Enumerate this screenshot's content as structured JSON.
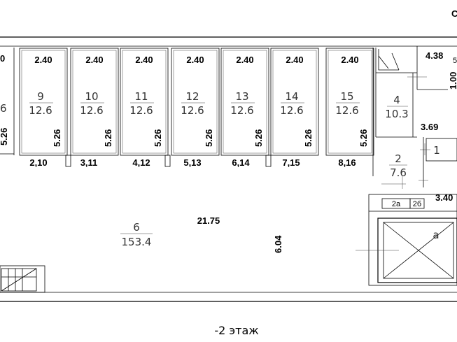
{
  "caption": "-2 этаж",
  "corner_label": "С",
  "partial_labels": {
    "top_left_width": "0",
    "left_fraction": "6",
    "left_depth": "5.26",
    "right_top": "5",
    "right_vertical": "1.00"
  },
  "storage_rooms": [
    {
      "width": "2.40",
      "number": "9",
      "area": "12.6",
      "depth": "5.26"
    },
    {
      "width": "2.40",
      "number": "10",
      "area": "12.6",
      "depth": "5.26"
    },
    {
      "width": "2.40",
      "number": "11",
      "area": "12.6",
      "depth": "5.26"
    },
    {
      "width": "2.40",
      "number": "12",
      "area": "12.6",
      "depth": "5.26"
    },
    {
      "width": "2.40",
      "number": "13",
      "area": "12.6",
      "depth": "5.26"
    },
    {
      "width": "2.40",
      "number": "14",
      "area": "12.6",
      "depth": "5.26"
    },
    {
      "width": "2.40",
      "number": "15",
      "area": "12.6",
      "depth": "5.26"
    }
  ],
  "bottom_labels": [
    "2,10",
    "3,11",
    "4,12",
    "5,13",
    "6,14",
    "7,15",
    "8,16"
  ],
  "room_4": {
    "number": "4",
    "area": "10.3",
    "width": "4.38",
    "depth": "3.69"
  },
  "room_1": {
    "number": "1"
  },
  "room_2": {
    "number": "2",
    "area": "7.6"
  },
  "room_2a": {
    "number": "2а"
  },
  "room_2b": {
    "number": "2б"
  },
  "dim_3_40": "3.40",
  "hall": {
    "number": "6",
    "area": "153.4",
    "length": "21.75",
    "width": "6.04"
  },
  "shaft": {
    "label": "а"
  }
}
